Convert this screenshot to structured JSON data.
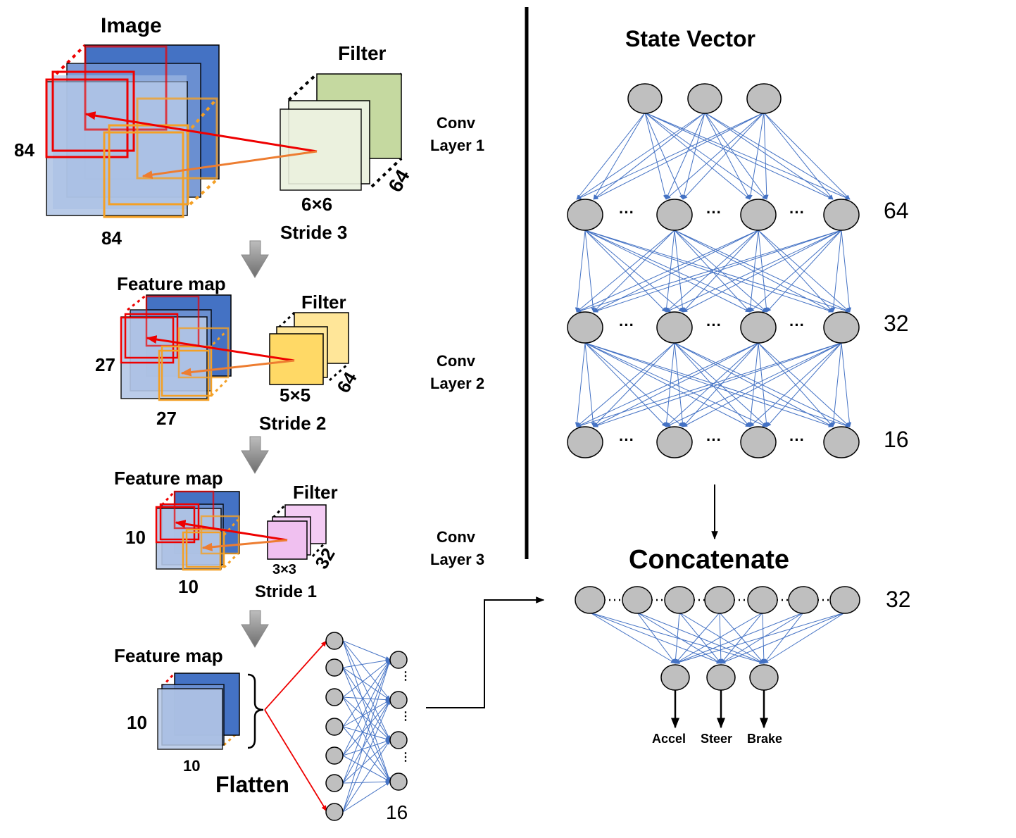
{
  "colors": {
    "blue_dark": "#4472C4",
    "blue_light": "#B4C7E7",
    "blue_mid": "#6F93D3",
    "red": "#EE0000",
    "orange": "#F4A025",
    "orange_arrow": "#ED7D31",
    "green_filter": "#C5D9A0",
    "green_filter_light": "#EBF1DE",
    "yellow_filter": "#FFE699",
    "yellow_filter_front": "#FFD966",
    "pink_filter": "#F4CCF4",
    "pink_filter_front": "#F0C0F0",
    "node_fill": "#BFBFBF",
    "edge_blue": "#4472C4",
    "arrow_grey": "#888888"
  },
  "cnn": {
    "layer1": {
      "title": "Image",
      "side_label": "84",
      "bottom_label": "84",
      "filter_title": "Filter",
      "filter_count": "64",
      "kernel": "6×6",
      "stride": "Stride 3",
      "layer_name_line1": "Conv",
      "layer_name_line2": "Layer 1"
    },
    "layer2": {
      "title": "Feature map",
      "side_label": "27",
      "bottom_label": "27",
      "filter_title": "Filter",
      "filter_count": "64",
      "kernel": "5×5",
      "stride": "Stride 2",
      "layer_name_line1": "Conv",
      "layer_name_line2": "Layer 2"
    },
    "layer3": {
      "title": "Feature map",
      "side_label": "10",
      "bottom_label": "10",
      "filter_title": "Filter",
      "filter_count": "32",
      "kernel": "3×3",
      "stride": "Stride 1",
      "layer_name_line1": "Conv",
      "layer_name_line2": "Layer 3"
    },
    "final_map": {
      "title": "Feature map",
      "side_label": "10",
      "bottom_label": "10",
      "flatten_label": "Flatten",
      "dense_size": "16"
    }
  },
  "mlp": {
    "title": "State Vector",
    "input_nodes": 3,
    "layer_sizes": [
      "64",
      "32",
      "16"
    ]
  },
  "concat": {
    "title": "Concatenate",
    "size": "32",
    "outputs": [
      "Accel",
      "Steer",
      "Brake"
    ]
  }
}
